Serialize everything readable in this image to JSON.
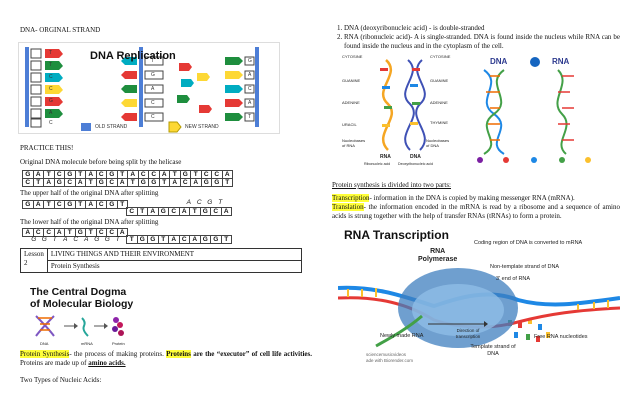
{
  "left": {
    "heading": "DNA- ORGINAL STRAND",
    "figure": {
      "title": "DNA Replication",
      "old_strand": "OLD STRAND",
      "new_strand": "NEW STRAND",
      "left_bases": [
        "T",
        "T",
        "C",
        "C",
        "G",
        "A",
        "C"
      ],
      "mid_bases": [
        "T",
        "G",
        "A",
        "C",
        "C",
        "T"
      ],
      "right_bases": [
        "G",
        "A",
        "C",
        "A",
        "T",
        "C"
      ]
    },
    "practice": "PRACTICE THIS!",
    "line1": "Original DNA molecule before being split by the helicase",
    "strand_top": [
      "G",
      "A",
      "T",
      "C",
      "G",
      "T",
      "A",
      "C",
      "G",
      "T",
      "A",
      "C",
      "C",
      "A",
      "T",
      "G",
      "T",
      "C",
      "C",
      "A"
    ],
    "strand_bottom": [
      "C",
      "T",
      "A",
      "G",
      "C",
      "A",
      "T",
      "G",
      "C",
      "A",
      "T",
      "G",
      "G",
      "T",
      "A",
      "C",
      "A",
      "G",
      "G",
      "T"
    ],
    "line2": "The upper half of the original DNA after splitting",
    "upper_a": [
      "G",
      "A",
      "T",
      "C",
      "G",
      "T",
      "A",
      "C",
      "G",
      "T"
    ],
    "upper_b_top": [
      "A",
      "C",
      "G",
      "T"
    ],
    "upper_b": [
      "C",
      "T",
      "A",
      "G",
      "C",
      "A",
      "T",
      "G",
      "C",
      "A"
    ],
    "line3": "The lower half of the original DNA after splitting",
    "lower_a": [
      "A",
      "C",
      "C",
      "A",
      "T",
      "G",
      "T",
      "C",
      "C",
      "A"
    ],
    "lower_a_sub": [
      "G",
      "G",
      "T",
      "A",
      "C",
      "A",
      "G",
      "G",
      "T"
    ],
    "lower_b": [
      "T",
      "G",
      "G",
      "T",
      "A",
      "C",
      "A",
      "G",
      "G",
      "T"
    ],
    "lesson_label": "Lesson 2",
    "lesson_title": "LIVING THINGS AND THEIR ENVIRONMENT",
    "lesson_topic": "Protein Synthesis",
    "dogma_title_1": "The Central Dogma",
    "dogma_title_2": "of Molecular Biology",
    "dogma_labels": [
      "DNA",
      "mRNA",
      "Protein"
    ],
    "ps_term": "Protein Synthesis",
    "ps_rest1": "- the process of making proteins. ",
    "ps_term2": "Proteins",
    "ps_rest2": " are the “executor” of cell life activities.",
    "ps_rest3": " Proteins are made up of ",
    "ps_term3": "amino acids.",
    "two_types": "Two Types of Nucleic Acids:"
  },
  "right": {
    "item1": "DNA (deoxyribonucleic  acid) - is double-stranded",
    "item2": "RNA (ribonucleic acid)- A is single-stranded.   DNA is found inside the nucleus while RNA can be found inside the nucleus and in the cytoplasm of the cell.",
    "fig_labels": {
      "cytosine": "CYTOSINE",
      "guanine": "GUANINE",
      "adenine": "ADENINE",
      "thymine": "THYMINE",
      "uracil": "URACIL",
      "rna": "RNA",
      "dna": "DNA",
      "rna_sub": "Ribonucleic acid",
      "dna_sub": "Deoxyribonucleic acid",
      "nucleobases": "Nucleobases of RNA",
      "nucleobases_dna": "Nucleobases of DNA"
    },
    "synth_heading": "Protein synthesis is divided into two parts:",
    "transcription_term": "Transcription",
    "transcription_rest": "- information in the DNA is copied by making messenger RNA (mRNA).",
    "translation_term": "Translation",
    "translation_rest": "- the information encoded in the mRNA is read by a ribosome and a sequence of amino acids is strung together with the help of transfer RNAs (tRNAs) to form a protein.",
    "rna_fig": {
      "title": "RNA Transcription",
      "coding": "Coding region of DNA is converted to mRNA",
      "polymerase_1": "RNA",
      "polymerase_2": "Polymerase",
      "nontemplate": "Non-template strand of DNA",
      "three_end": "3' end of RNA",
      "newly": "Newly made RNA",
      "direction": "Direction of transcription",
      "free": "Free RNA nucleotides",
      "template": "Template strand of DNA",
      "credit1": "sciencemusicvideos",
      "credit2": "ade with Biorender.com"
    }
  }
}
